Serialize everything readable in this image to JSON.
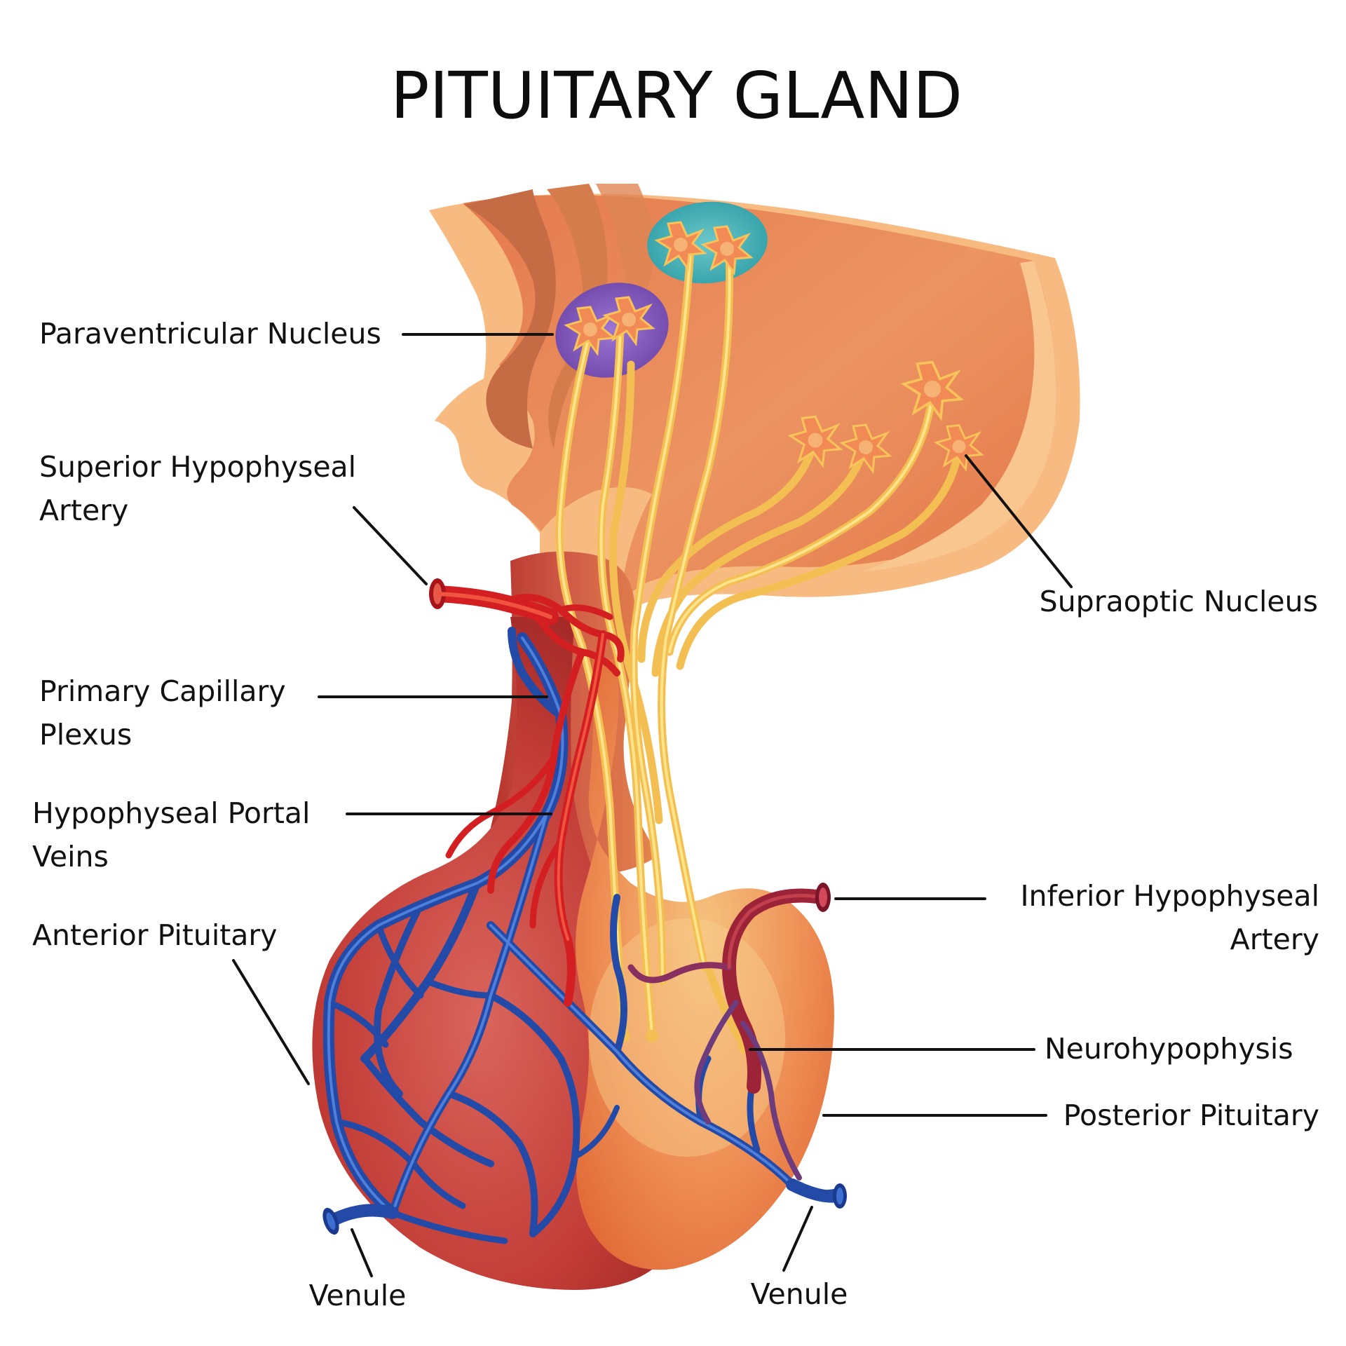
{
  "title": "PITUITARY GLAND",
  "labels": {
    "paraventricular_nucleus": "Paraventricular Nucleus",
    "superior_hypophyseal_artery": [
      "Superior Hypophyseal",
      "Artery"
    ],
    "primary_capillary_plexus": [
      "Primary Capillary",
      "Plexus"
    ],
    "hypophyseal_portal_veins": [
      "Hypophyseal Portal",
      "Veins"
    ],
    "anterior_pituitary": "Anterior Pituitary",
    "venule_left": "Venule",
    "supraoptic_nucleus": "Supraoptic Nucleus",
    "inferior_hypophyseal_artery": [
      "Inferior Hypophyseal",
      "Artery"
    ],
    "neurohypophysis": "Neurohypophysis",
    "posterior_pituitary": "Posterior Pituitary",
    "venule_right": "Venule"
  },
  "colors": {
    "hypothalamus": "#e8895a",
    "anterior_lobe": "#c8463c",
    "posterior_lobe": "#ee8a52",
    "paraventricular_nucleus": "#8b5fc2",
    "supraoptic_nucleus_top": "#4fb3b8",
    "artery": "#d41f22",
    "vein": "#244aa8",
    "nerve_fiber": "#f4bf52"
  }
}
